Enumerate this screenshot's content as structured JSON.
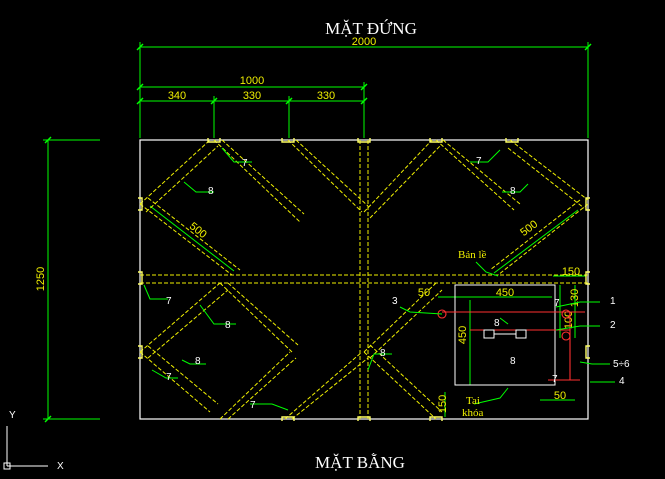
{
  "titles": {
    "top": "MẶT ĐỨNG",
    "bottom": "MẶT BẰNG"
  },
  "dimensions": {
    "overall_width": "2000",
    "half_width": "1000",
    "seg_1": "340",
    "seg_2": "330",
    "seg_3": "330",
    "overall_height": "1250",
    "diag_left": "500",
    "diag_right": "500",
    "d150_top": "150",
    "d50": "50",
    "d450_h": "450",
    "d100": "100",
    "d130": "130",
    "d450_v": "450",
    "d150_bottom": "150",
    "d50_bottom": "50"
  },
  "callouts": {
    "c7_tl": "7",
    "c8_tl": "8",
    "c7_tr": "7",
    "c8_tr": "8",
    "c7_ml": "7",
    "c8_ml": "8",
    "c7_bl": "7",
    "c8_bl": "8",
    "c7_b": "7",
    "c8_bm": "8",
    "c8_door": "8",
    "c7_door": "7",
    "c8_door_b": "8",
    "c7_door_b": "7",
    "c1": "1",
    "c2": "2",
    "c3": "3",
    "c4": "4",
    "c56": "5÷6"
  },
  "annotations": {
    "ban_le": "Bản lề",
    "tai_khoa_1": "Tai",
    "tai_khoa_2": "khóa"
  },
  "ucs": {
    "x_label": "X",
    "y_label": "Y"
  },
  "colors": {
    "background": "#000000",
    "frame": "#ffffff",
    "dimension": "#00ff00",
    "member": "#f0f000",
    "section": "#ff3030"
  }
}
